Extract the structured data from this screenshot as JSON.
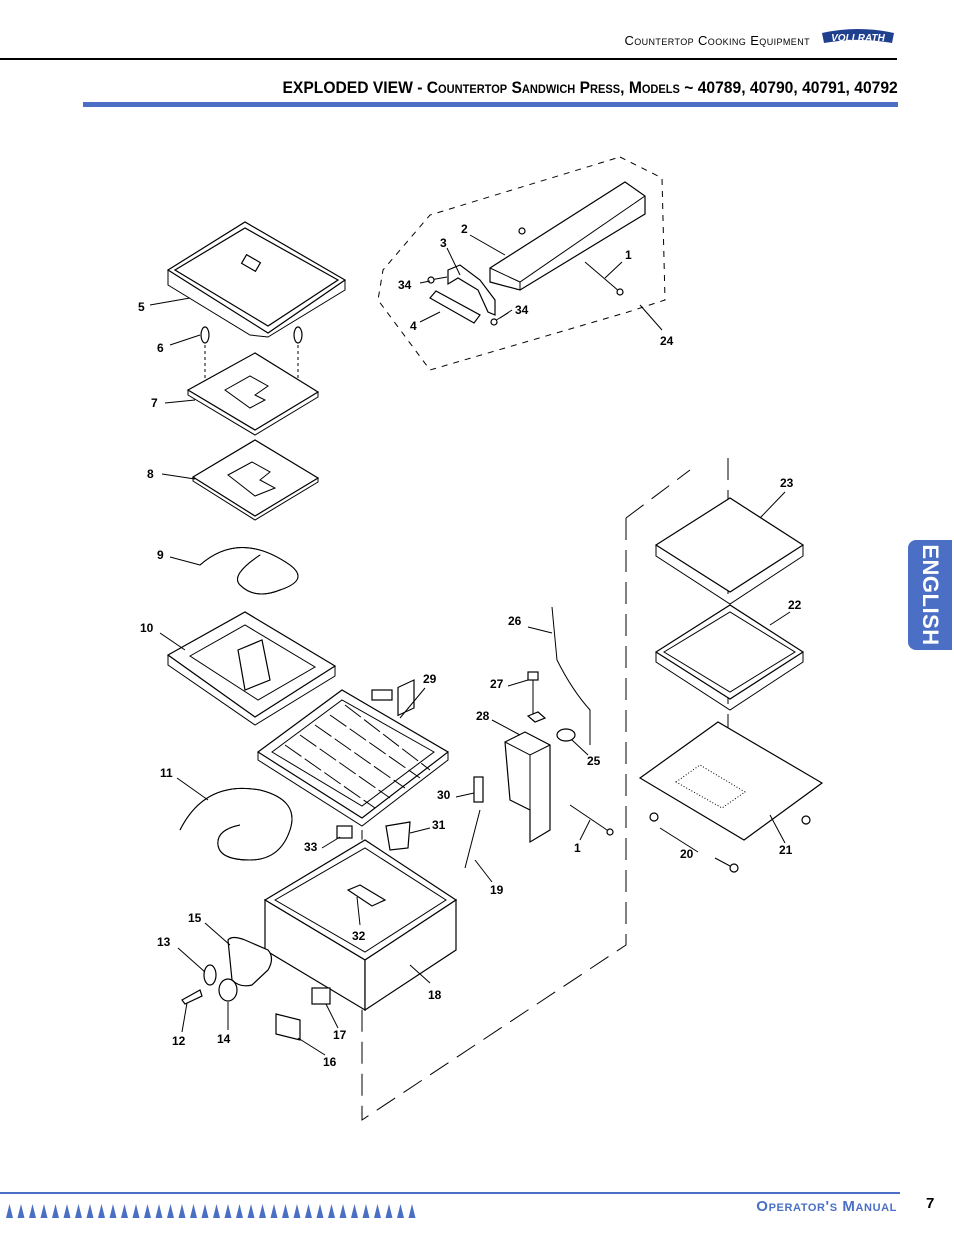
{
  "header": {
    "section": "Countertop Cooking Equipment",
    "logo_text": "VOLLRATH"
  },
  "title": {
    "main": "EXPLODED VIEW - ",
    "sub": "Countertop Sandwich Press, Models",
    "models": " ~ 40789, 40790, 40791, 40792"
  },
  "language_tab": "ENGLISH",
  "diagram": {
    "callouts": [
      {
        "id": "c2",
        "label": "2"
      },
      {
        "id": "c3",
        "label": "3"
      },
      {
        "id": "c1a",
        "label": "1"
      },
      {
        "id": "c34a",
        "label": "34"
      },
      {
        "id": "c34b",
        "label": "34"
      },
      {
        "id": "c4",
        "label": "4"
      },
      {
        "id": "c24",
        "label": "24"
      },
      {
        "id": "c5",
        "label": "5"
      },
      {
        "id": "c6",
        "label": "6"
      },
      {
        "id": "c7",
        "label": "7"
      },
      {
        "id": "c8",
        "label": "8"
      },
      {
        "id": "c9",
        "label": "9"
      },
      {
        "id": "c10",
        "label": "10"
      },
      {
        "id": "c11",
        "label": "11"
      },
      {
        "id": "c23",
        "label": "23"
      },
      {
        "id": "c22",
        "label": "22"
      },
      {
        "id": "c26",
        "label": "26"
      },
      {
        "id": "c29",
        "label": "29"
      },
      {
        "id": "c27",
        "label": "27"
      },
      {
        "id": "c28",
        "label": "28"
      },
      {
        "id": "c25",
        "label": "25"
      },
      {
        "id": "c30",
        "label": "30"
      },
      {
        "id": "c31",
        "label": "31"
      },
      {
        "id": "c33",
        "label": "33"
      },
      {
        "id": "c1b",
        "label": "1"
      },
      {
        "id": "c19",
        "label": "19"
      },
      {
        "id": "c20",
        "label": "20"
      },
      {
        "id": "c21",
        "label": "21"
      },
      {
        "id": "c15",
        "label": "15"
      },
      {
        "id": "c13",
        "label": "13"
      },
      {
        "id": "c32",
        "label": "32"
      },
      {
        "id": "c18",
        "label": "18"
      },
      {
        "id": "c12",
        "label": "12"
      },
      {
        "id": "c14",
        "label": "14"
      },
      {
        "id": "c17",
        "label": "17"
      },
      {
        "id": "c16",
        "label": "16"
      }
    ]
  },
  "footer": {
    "manual": "Operator's Manual",
    "page": "7"
  }
}
